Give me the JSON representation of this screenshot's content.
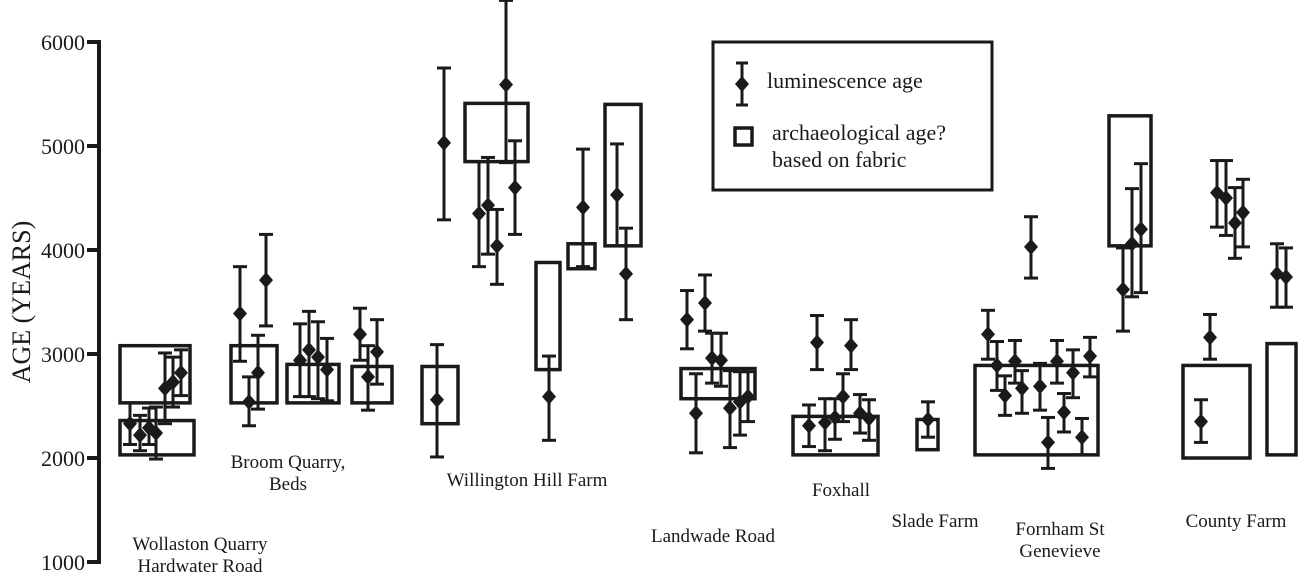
{
  "chart_data": {
    "type": "scatter",
    "title": "",
    "xlabel": "",
    "ylabel": "AGE (YEARS)",
    "ylim": [
      1000,
      6000
    ],
    "yticks": [
      1000,
      2000,
      3000,
      4000,
      5000,
      6000
    ],
    "grid": false,
    "legend": {
      "placement": "top-right",
      "entries": [
        {
          "marker": "diamond-with-error-bar",
          "label": "luminescence age"
        },
        {
          "marker": "open-square",
          "label": "archaeological age? based on fabric",
          "lines": [
            "archaeological age?",
            "based on fabric"
          ]
        }
      ]
    },
    "sites": [
      {
        "name": "Wollaston Quarry Hardwater Road",
        "label_lines": [
          "Wollaston Quarry",
          "Hardwater Road"
        ],
        "archaeological_ranges": [
          [
            2530,
            3080
          ],
          [
            2030,
            2360
          ]
        ],
        "luminescence": [
          {
            "age": 2330,
            "low": 2130,
            "high": 2530
          },
          {
            "age": 2220,
            "low": 2070,
            "high": 2410
          },
          {
            "age": 2290,
            "low": 2130,
            "high": 2480
          },
          {
            "age": 2240,
            "low": 1990,
            "high": 2490
          },
          {
            "age": 2670,
            "low": 2330,
            "high": 3010
          },
          {
            "age": 2730,
            "low": 2490,
            "high": 2970
          },
          {
            "age": 2820,
            "low": 2600,
            "high": 3040
          }
        ]
      },
      {
        "name": "Broom Quarry, Beds",
        "label_lines": [
          "Broom Quarry,",
          "Beds"
        ],
        "archaeological_ranges": [
          [
            2530,
            3080
          ],
          [
            2530,
            2900
          ],
          [
            2530,
            2880
          ]
        ],
        "luminescence": [
          {
            "age": 3390,
            "low": 2930,
            "high": 3840
          },
          {
            "age": 2540,
            "low": 2310,
            "high": 2780
          },
          {
            "age": 2820,
            "low": 2470,
            "high": 3180
          },
          {
            "age": 3710,
            "low": 3270,
            "high": 4150
          },
          {
            "age": 2940,
            "low": 2590,
            "high": 3290
          },
          {
            "age": 3040,
            "low": 2590,
            "high": 3410
          },
          {
            "age": 2970,
            "low": 2570,
            "high": 3310
          },
          {
            "age": 2850,
            "low": 2550,
            "high": 3150
          },
          {
            "age": 3190,
            "low": 2940,
            "high": 3440
          },
          {
            "age": 2780,
            "low": 2460,
            "high": 3080
          },
          {
            "age": 3020,
            "low": 2710,
            "high": 3330
          }
        ]
      },
      {
        "name": "Willington Hill Farm",
        "label_lines": [
          "Willington Hill Farm"
        ],
        "archaeological_ranges": [
          [
            2330,
            2880
          ],
          [
            4850,
            5410
          ],
          [
            2850,
            3880
          ],
          [
            3820,
            4060
          ],
          [
            4040,
            5400
          ]
        ],
        "luminescence": [
          {
            "age": 2560,
            "low": 2010,
            "high": 3090
          },
          {
            "age": 5030,
            "low": 4290,
            "high": 5750
          },
          {
            "age": 4350,
            "low": 3840,
            "high": 4850
          },
          {
            "age": 4430,
            "low": 3960,
            "high": 4890
          },
          {
            "age": 4040,
            "low": 3670,
            "high": 4390
          },
          {
            "age": 5590,
            "low": 4840,
            "high": 6400
          },
          {
            "age": 4600,
            "low": 4150,
            "high": 5050
          },
          {
            "age": 2590,
            "low": 2170,
            "high": 2980
          },
          {
            "age": 4410,
            "low": 3840,
            "high": 4970
          },
          {
            "age": 4530,
            "low": 4040,
            "high": 5020
          },
          {
            "age": 3770,
            "low": 3330,
            "high": 4210
          }
        ]
      },
      {
        "name": "Landwade Road",
        "label_lines": [
          "Landwade Road"
        ],
        "archaeological_ranges": [
          [
            2570,
            2860
          ]
        ],
        "luminescence": [
          {
            "age": 3330,
            "low": 3050,
            "high": 3610
          },
          {
            "age": 2430,
            "low": 2050,
            "high": 2810
          },
          {
            "age": 3490,
            "low": 3220,
            "high": 3760
          },
          {
            "age": 2960,
            "low": 2720,
            "high": 3200
          },
          {
            "age": 2940,
            "low": 2690,
            "high": 3200
          },
          {
            "age": 2480,
            "low": 2100,
            "high": 2840
          },
          {
            "age": 2540,
            "low": 2220,
            "high": 2830
          },
          {
            "age": 2590,
            "low": 2350,
            "high": 2830
          }
        ]
      },
      {
        "name": "Foxhall",
        "label_lines": [
          "Foxhall"
        ],
        "archaeological_ranges": [
          [
            2030,
            2400
          ]
        ],
        "luminescence": [
          {
            "age": 2310,
            "low": 2110,
            "high": 2510
          },
          {
            "age": 3110,
            "low": 2850,
            "high": 3370
          },
          {
            "age": 2340,
            "low": 2070,
            "high": 2570
          },
          {
            "age": 2390,
            "low": 2180,
            "high": 2570
          },
          {
            "age": 2590,
            "low": 2350,
            "high": 2810
          },
          {
            "age": 3080,
            "low": 2850,
            "high": 3330
          },
          {
            "age": 2430,
            "low": 2240,
            "high": 2610
          },
          {
            "age": 2380,
            "low": 2170,
            "high": 2560
          }
        ]
      },
      {
        "name": "Slade Farm",
        "label_lines": [
          "Slade Farm"
        ],
        "archaeological_ranges": [
          [
            2080,
            2370
          ]
        ],
        "luminescence": [
          {
            "age": 2370,
            "low": 2200,
            "high": 2540
          }
        ]
      },
      {
        "name": "Fornham St Genevieve",
        "label_lines": [
          "Fornham St",
          "Genevieve"
        ],
        "archaeological_ranges": [
          [
            2030,
            2890
          ],
          [
            4040,
            5290
          ]
        ],
        "luminescence": [
          {
            "age": 3190,
            "low": 2950,
            "high": 3420
          },
          {
            "age": 2890,
            "low": 2650,
            "high": 3120
          },
          {
            "age": 2600,
            "low": 2410,
            "high": 2790
          },
          {
            "age": 2930,
            "low": 2720,
            "high": 3130
          },
          {
            "age": 2670,
            "low": 2430,
            "high": 2840
          },
          {
            "age": 4030,
            "low": 3730,
            "high": 4320
          },
          {
            "age": 2690,
            "low": 2460,
            "high": 2910
          },
          {
            "age": 2150,
            "low": 1900,
            "high": 2390
          },
          {
            "age": 2930,
            "low": 2720,
            "high": 3130
          },
          {
            "age": 2440,
            "low": 2250,
            "high": 2620
          },
          {
            "age": 2820,
            "low": 2580,
            "high": 3040
          },
          {
            "age": 2200,
            "low": 2030,
            "high": 2380
          },
          {
            "age": 2980,
            "low": 2780,
            "high": 3160
          },
          {
            "age": 3620,
            "low": 3220,
            "high": 4020
          },
          {
            "age": 4060,
            "low": 3550,
            "high": 4590
          },
          {
            "age": 4200,
            "low": 3590,
            "high": 4830
          }
        ]
      },
      {
        "name": "County Farm",
        "label_lines": [
          "County Farm"
        ],
        "archaeological_ranges": [
          [
            2000,
            2890
          ],
          [
            2030,
            3100
          ]
        ],
        "luminescence": [
          {
            "age": 2350,
            "low": 2150,
            "high": 2560
          },
          {
            "age": 3160,
            "low": 2950,
            "high": 3380
          },
          {
            "age": 4550,
            "low": 4220,
            "high": 4860
          },
          {
            "age": 4500,
            "low": 4140,
            "high": 4860
          },
          {
            "age": 4260,
            "low": 3920,
            "high": 4600
          },
          {
            "age": 4360,
            "low": 4030,
            "high": 4680
          },
          {
            "age": 3770,
            "low": 3450,
            "high": 4060
          },
          {
            "age": 3740,
            "low": 3450,
            "high": 4020
          }
        ]
      }
    ]
  }
}
